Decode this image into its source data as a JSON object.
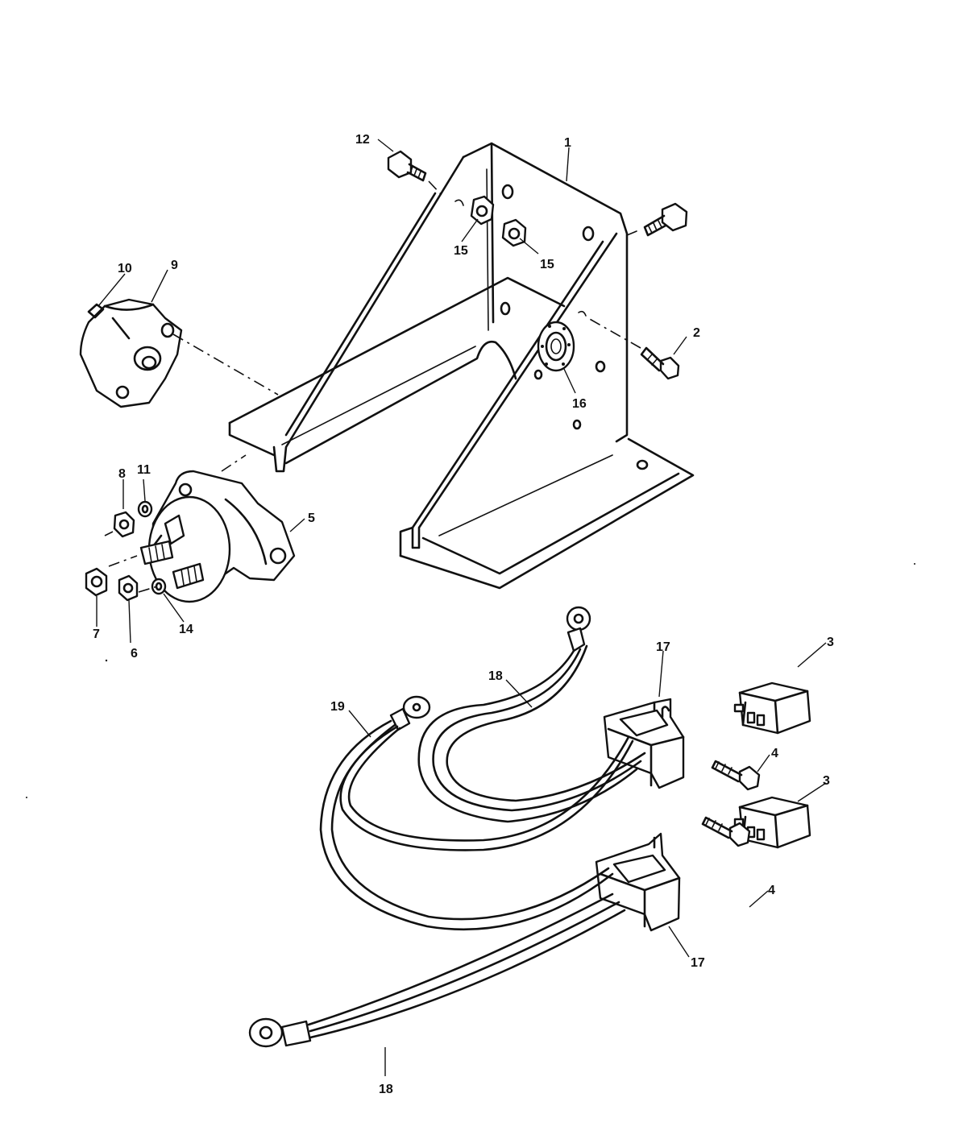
{
  "callouts": {
    "c1": "1",
    "c2": "2",
    "c3a": "3",
    "c3b": "3",
    "c4a": "4",
    "c4b": "4",
    "c5": "5",
    "c6": "6",
    "c7": "7",
    "c8": "8",
    "c9": "9",
    "c10": "10",
    "c11": "11",
    "c12": "12",
    "c14": "14",
    "c15a": "15",
    "c15b": "15",
    "c16": "16",
    "c17a": "17",
    "c17b": "17",
    "c18a": "18",
    "c18b": "18",
    "c19": "19"
  }
}
